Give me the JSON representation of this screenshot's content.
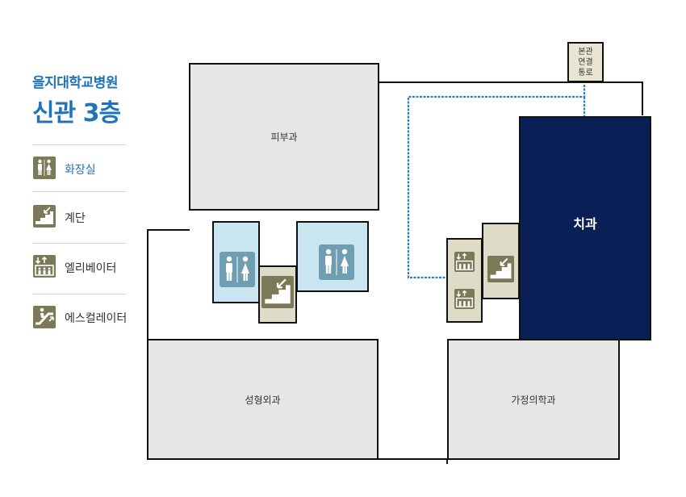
{
  "sidebar": {
    "hospital_name": "을지대학교병원",
    "floor_title": "신관 3층",
    "legend": [
      {
        "label": "화장실",
        "icon": "restroom-icon"
      },
      {
        "label": "계단",
        "icon": "stairs-icon"
      },
      {
        "label": "엘리베이터",
        "icon": "elevator-icon"
      },
      {
        "label": "에스컬레이터",
        "icon": "escalator-icon"
      }
    ]
  },
  "map": {
    "rooms": {
      "dermatology": "피부과",
      "dentistry": "치과",
      "plastic_surgery": "성형외과",
      "family_medicine": "가정의학과",
      "passage": "본관\n연결\n통로"
    }
  },
  "colors": {
    "accent": "#1f73b7",
    "dentistry": "#0b1f57",
    "restroom": "#c9e5f0",
    "core": "#dedbc6",
    "room": "#e6e6e6",
    "icon": "#7a7a59",
    "route": "#2a7fc0"
  }
}
